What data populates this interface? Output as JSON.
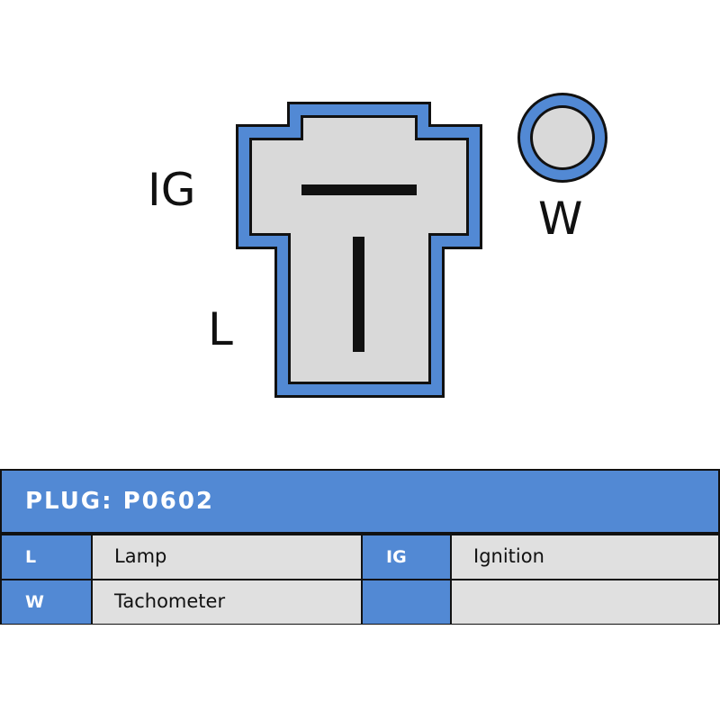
{
  "diagram": {
    "labels": {
      "ig": "IG",
      "l": "L",
      "w": "W"
    },
    "colors": {
      "outline": "#111111",
      "connector_blue": "#5289d4",
      "connector_fill": "#d9d9d9",
      "terminal": "#111111"
    }
  },
  "table": {
    "title": "PLUG: P0602",
    "rows": [
      [
        {
          "code": "L",
          "description": "Lamp"
        },
        {
          "code": "IG",
          "description": "Ignition"
        }
      ],
      [
        {
          "code": "W",
          "description": "Tachometer"
        },
        {
          "code": "",
          "description": ""
        }
      ]
    ],
    "colors": {
      "header": "#5289d4",
      "code_cell": "#5289d4",
      "description_cell": "#e0e0e0"
    }
  }
}
